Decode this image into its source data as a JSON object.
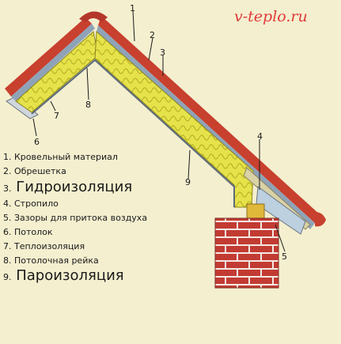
{
  "watermark": "v-teplo.ru",
  "callouts": [
    "1",
    "2",
    "3",
    "4",
    "5",
    "6",
    "7",
    "8",
    "9"
  ],
  "legend": [
    {
      "num": "1.",
      "label": "Кровельный материал"
    },
    {
      "num": "2.",
      "label": "Обрешетка"
    },
    {
      "num": "3.",
      "label": "Гидроизоляция"
    },
    {
      "num": "4.",
      "label": "Стропило"
    },
    {
      "num": "5.",
      "label": "Зазоры для притока воздуха"
    },
    {
      "num": "6.",
      "label": "Потолок"
    },
    {
      "num": "7.",
      "label": "Теплоизоляция"
    },
    {
      "num": "8.",
      "label": "Потолочная рейка"
    },
    {
      "num": "9.",
      "label": "Пароизоляция"
    }
  ],
  "colors": {
    "background": "#f4efcf",
    "tile": "#c8402e",
    "insulation": "#e6e24a",
    "membrane": "#8fa3b8",
    "brick": "#c23b33",
    "watermark": "#e03a3a"
  }
}
